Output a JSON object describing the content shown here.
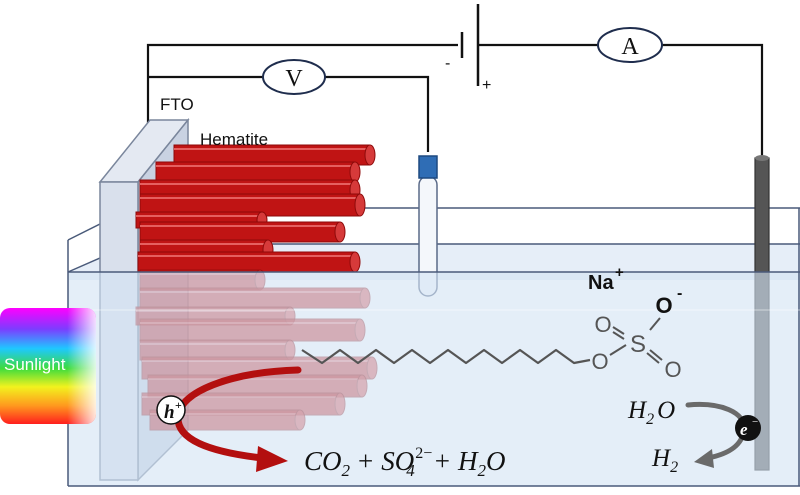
{
  "labels": {
    "fto": "FTO",
    "hematite": "Hematite",
    "sunlight": "Sunlight",
    "voltmeter": "V",
    "ammeter": "A",
    "battery_minus": "-",
    "battery_plus": "+"
  },
  "molecule": {
    "cation": "Na",
    "cation_charge": "+",
    "oxygen": "O",
    "oxygen_charge": "-",
    "sulfur": "S"
  },
  "carriers": {
    "hole": "h",
    "hole_charge": "+",
    "electron": "e",
    "electron_charge": "−"
  },
  "equations": {
    "anode": {
      "co2_base": "CO",
      "co2_sub": "2",
      "plus": "+",
      "so4_base": "SO",
      "so4_sub": "4",
      "so4_sup": "2−",
      "plus2": "+",
      "h2o_base": "H",
      "h2o_sub": "2",
      "h2o_tail": "O"
    },
    "cathode_reactant": {
      "base": "H",
      "sub": "2",
      "tail": "O"
    },
    "cathode_product": {
      "base": "H",
      "sub": "2"
    }
  },
  "colors": {
    "rod_red": "#c01414",
    "rod_dark": "#8e0a0a",
    "solution": "#dce8f5",
    "solution_edge": "#4a5a7a",
    "electrode": "#555555",
    "probe_cap": "#2f6db5"
  }
}
